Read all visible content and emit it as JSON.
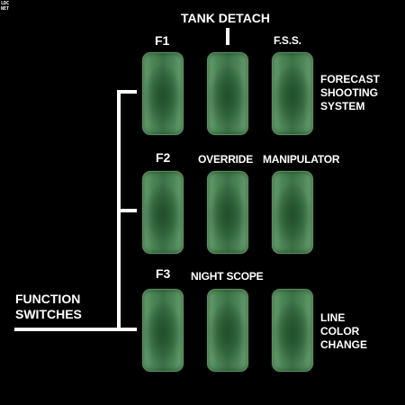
{
  "logo": {
    "line1": "LDC",
    "line2": "NET"
  },
  "labels": {
    "tank_detach": "TANK DETACH",
    "f1": "F1",
    "fss": "F.S.S.",
    "f2": "F2",
    "override": "OVERRIDE",
    "manipulator": "MANIPULATOR",
    "f3": "F3",
    "night_scope": "NIGHT SCOPE"
  },
  "forecast": [
    "FORECAST",
    "SHOOTING",
    "SYSTEM"
  ],
  "line_color_change": [
    "LINE",
    "COLOR",
    "CHANGE"
  ],
  "function_switches": [
    "FUNCTION",
    "SWITCHES"
  ],
  "colors": {
    "background": "#000000",
    "button_green": "#4d8657",
    "text": "#ffffff"
  }
}
